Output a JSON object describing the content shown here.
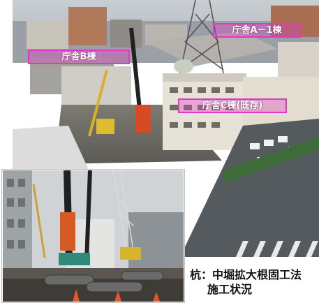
{
  "labels": {
    "building_a": "庁舎A－1棟",
    "building_b": "庁舎B棟",
    "building_c": "庁舎C棟(既存)"
  },
  "caption": {
    "line1": "杭：中堀拡大根固工法",
    "line2": "施工状況"
  },
  "colors": {
    "label_border": "#e238c8",
    "label_fill": "rgba(226,56,200,0.35)",
    "label_text": "#ffffff",
    "caption_text": "#111111"
  }
}
